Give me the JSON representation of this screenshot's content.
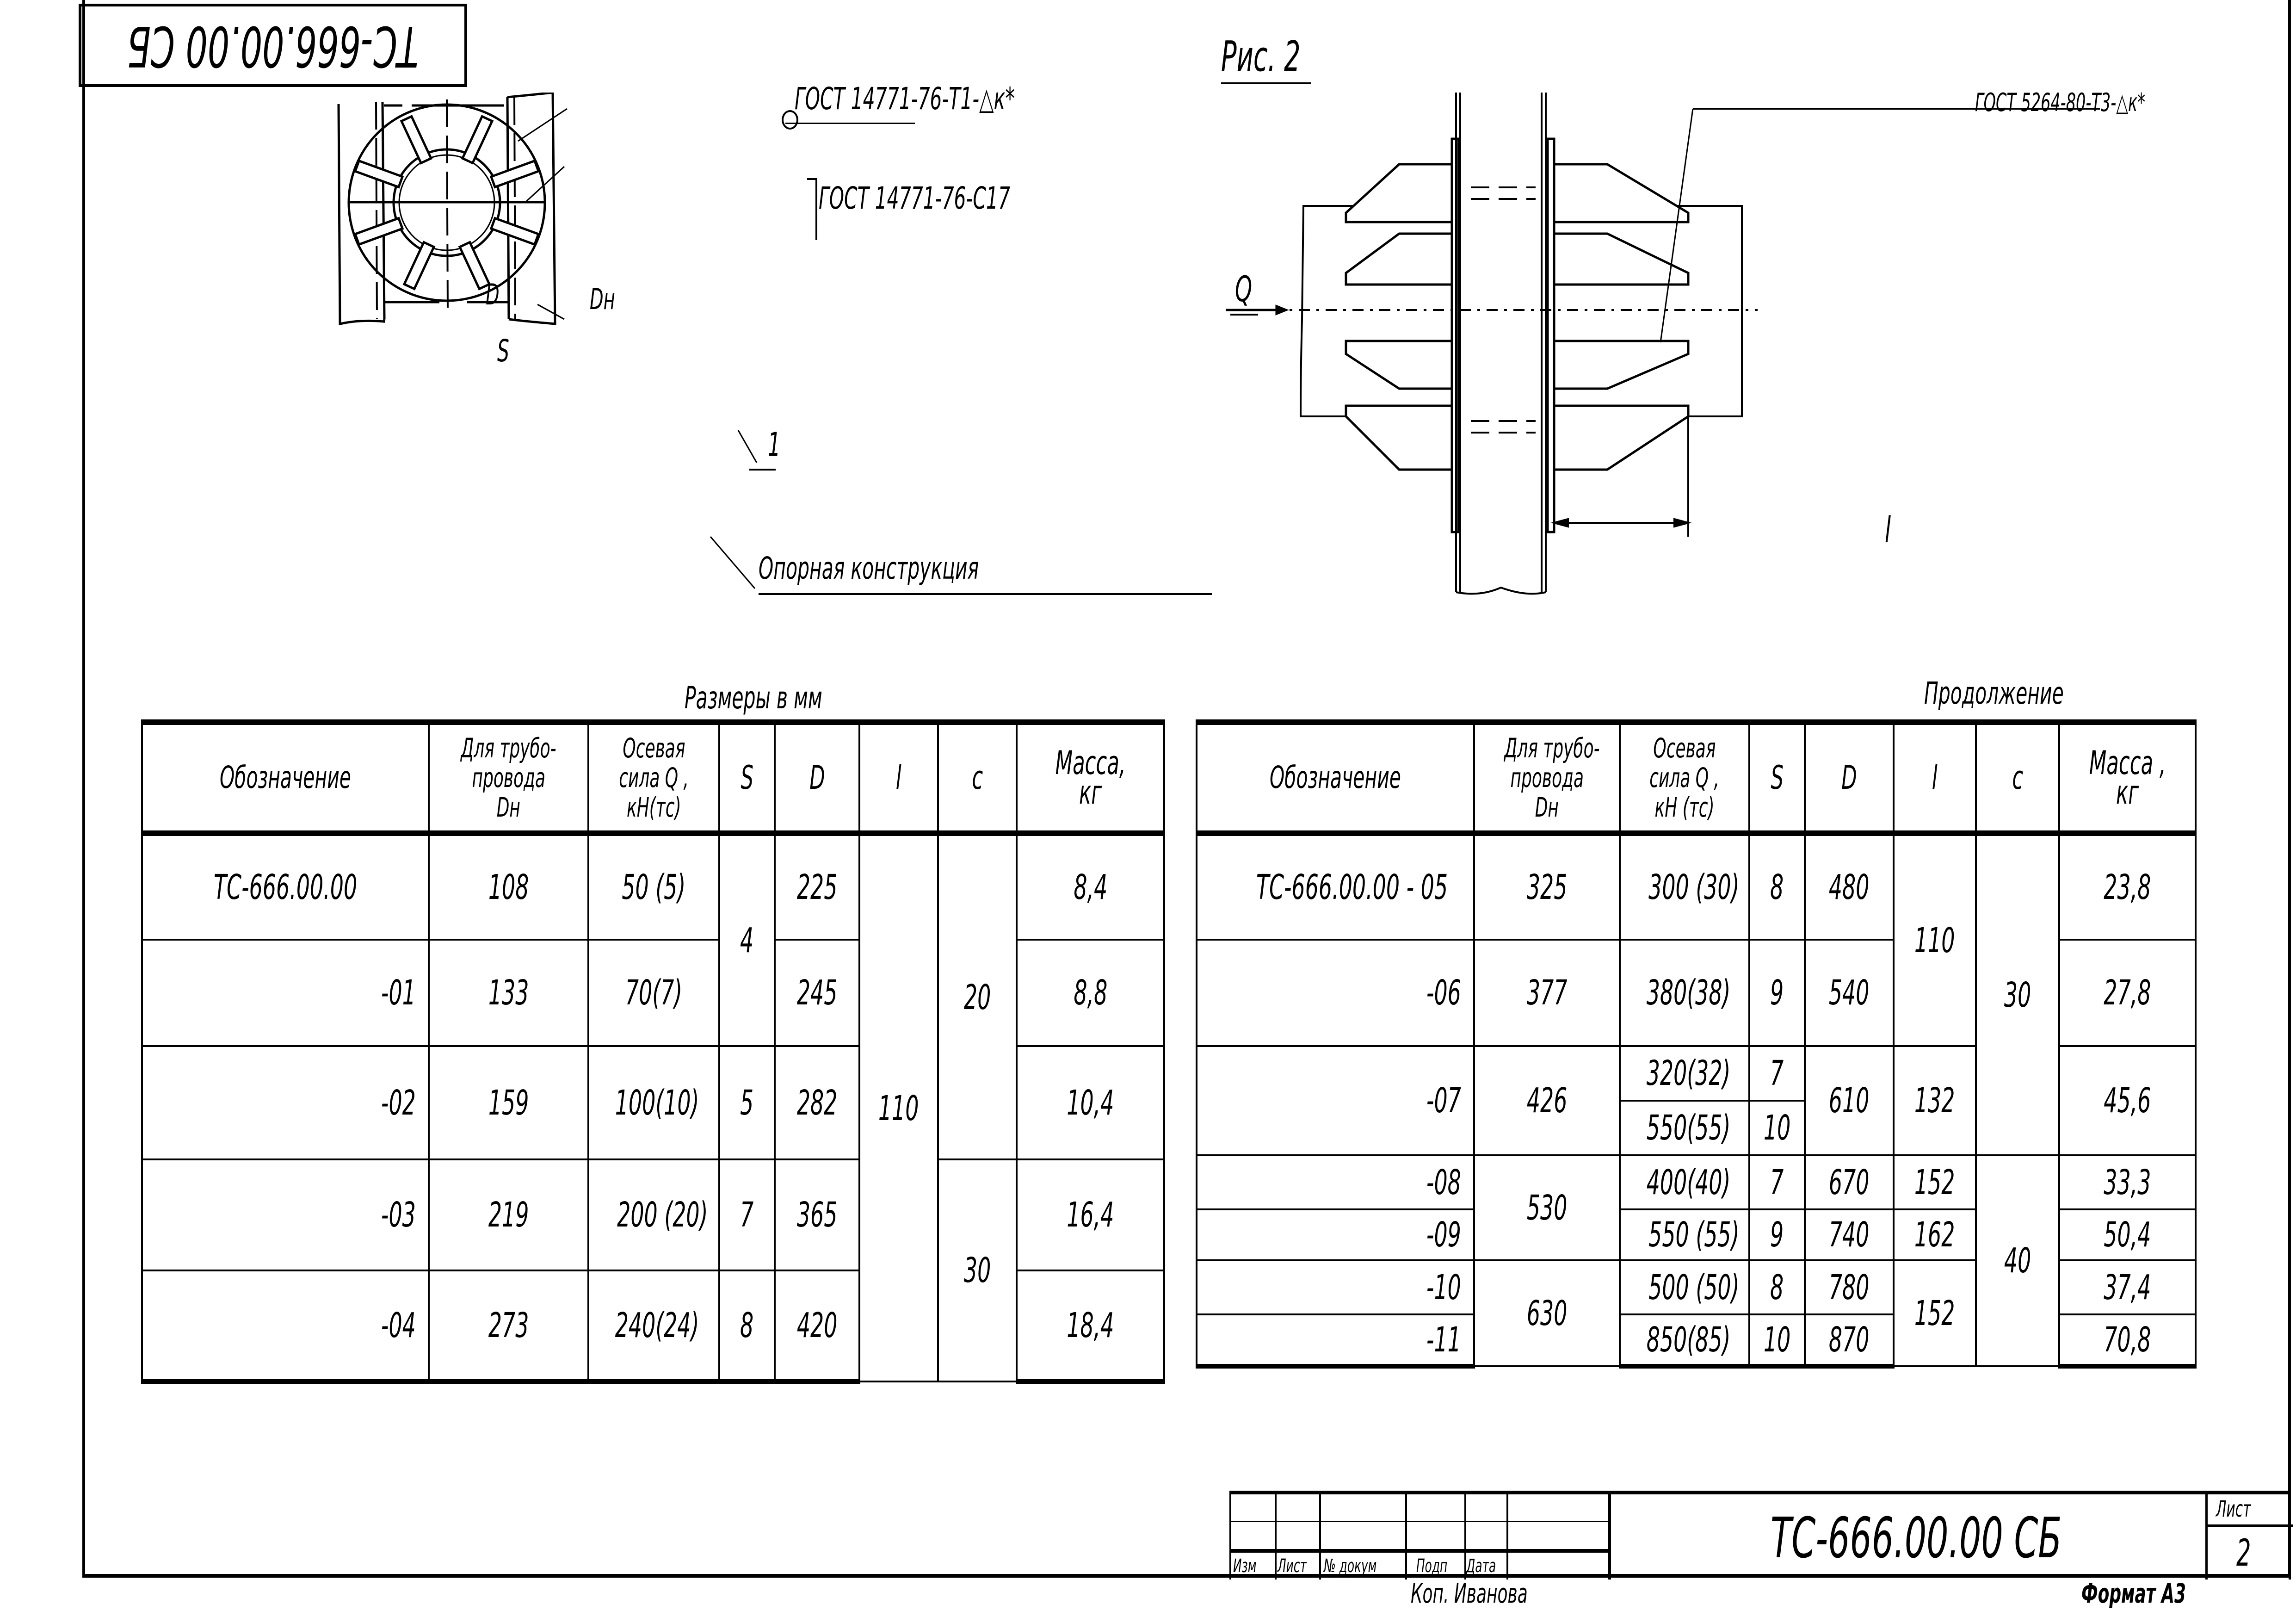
{
  "sheet": {
    "stamp_rotated": "ТС-666.00.00 СБ",
    "figure_label": "Рис. 2",
    "format": "Формат А3",
    "copied_by": "Коп. Иванова"
  },
  "figure_left": {
    "callouts": {
      "weld_top": "ГОСТ 14771-76-Т1-△к*",
      "weld_seam": "ГОСТ 14771-76-С17",
      "part_number": "1",
      "support": "Опорная конструкция"
    },
    "labels": {
      "D": "D",
      "Dn": "Dн",
      "S": "S"
    }
  },
  "figure_right": {
    "callouts": {
      "weld": "ГОСТ 5264-80-Т3-△к*"
    },
    "labels": {
      "Q": "Q",
      "l": "l"
    }
  },
  "table_left": {
    "caption": "Размеры в мм",
    "headers": {
      "designation": "Обозначение",
      "pipe_1": "Для трубо-",
      "pipe_2": "провода",
      "pipe_3": "Dн",
      "force_1": "Осевая",
      "force_2": "сила Q ,",
      "force_3": "кН(тс)",
      "S": "S",
      "D": "D",
      "l": "l",
      "c": "c",
      "mass_1": "Масса,",
      "mass_2": "кг"
    },
    "rows": [
      {
        "designation": "ТС-666.00.00",
        "Dn": "108",
        "Q": "50 (5)",
        "S": "4",
        "D": "225",
        "l": "110",
        "c": "20",
        "mass": "8,4"
      },
      {
        "designation": "-01",
        "Dn": "133",
        "Q": "70(7)",
        "S": "4",
        "D": "245",
        "l": "110",
        "c": "20",
        "mass": "8,8"
      },
      {
        "designation": "-02",
        "Dn": "159",
        "Q": "100(10)",
        "S": "5",
        "D": "282",
        "l": "110",
        "c": "20",
        "mass": "10,4"
      },
      {
        "designation": "-03",
        "Dn": "219",
        "Q": "200 (20)",
        "S": "7",
        "D": "365",
        "l": "110",
        "c": "30",
        "mass": "16,4"
      },
      {
        "designation": "-04",
        "Dn": "273",
        "Q": "240(24)",
        "S": "8",
        "D": "420",
        "l": "110",
        "c": "30",
        "mass": "18,4"
      }
    ]
  },
  "table_right": {
    "caption": "Продолжение",
    "headers": {
      "designation": "Обозначение",
      "pipe_1": "Для трубо-",
      "pipe_2": "провода",
      "pipe_3": "Dн",
      "force_1": "Осевая",
      "force_2": "сила Q ,",
      "force_3": "кН (тс)",
      "S": "S",
      "D": "D",
      "l": "l",
      "c": "c",
      "mass_1": "Масса ,",
      "mass_2": "кг"
    },
    "rows": [
      {
        "designation": "ТС-666.00.00 - 05",
        "Dn": "325",
        "Q": "300 (30)",
        "S": "8",
        "D": "480",
        "l": "110",
        "c": "30",
        "mass": "23,8"
      },
      {
        "designation": "-06",
        "Dn": "377",
        "Q": "380(38)",
        "S": "9",
        "D": "540",
        "l": "110",
        "c": "30",
        "mass": "27,8"
      },
      {
        "designation": "-07",
        "Dn": "426",
        "Q": "320(32)",
        "S": "7",
        "Q2": "550(55)",
        "S2": "10",
        "D": "610",
        "l": "132",
        "c": "30",
        "mass": "45,6"
      },
      {
        "designation": "-08",
        "Dn": "530",
        "Q": "400(40)",
        "S": "7",
        "D": "670",
        "l": "152",
        "c": "40",
        "mass": "33,3"
      },
      {
        "designation": "-09",
        "Dn": "530",
        "Q": "550 (55)",
        "S": "9",
        "D": "740",
        "l": "162",
        "c": "40",
        "mass": "50,4"
      },
      {
        "designation": "-10",
        "Dn": "630",
        "Q": "500 (50)",
        "S": "8",
        "D": "780",
        "l": "152",
        "c": "40",
        "mass": "37,4"
      },
      {
        "designation": "-11",
        "Dn": "630",
        "Q": "850(85)",
        "S": "10",
        "D": "870",
        "l": "152",
        "c": "40",
        "mass": "70,8"
      }
    ]
  },
  "title_block": {
    "columns": [
      "Изм",
      "Лист",
      "№ докум",
      "Подп",
      "Дата"
    ],
    "document_code": "ТС-666.00.00 СБ",
    "sheet_label": "Лист",
    "sheet_number": "2"
  }
}
